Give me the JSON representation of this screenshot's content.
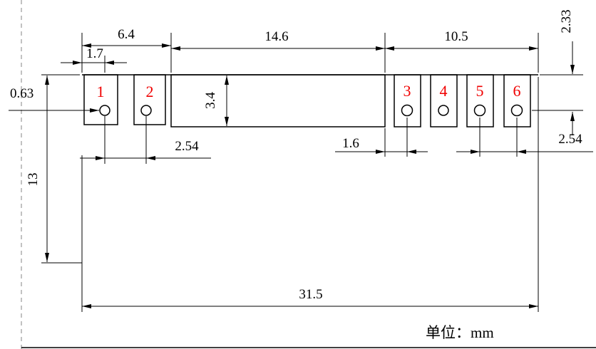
{
  "drawing": {
    "title": "component-footprint-dimension-drawing",
    "unit_label": "单位：mm",
    "pads": [
      "1",
      "2",
      "3",
      "4",
      "5",
      "6"
    ],
    "dims": {
      "left_section_width": "6.4",
      "middle_section_width": "14.6",
      "right_section_width": "10.5",
      "hole_row_top_offset": "2.33",
      "pad1_edge_offset": "1.7",
      "hole_diameter": "0.63",
      "middle_section_height": "3.4",
      "left_pad_pitch": "2.54",
      "right_edge_gap": "1.6",
      "right_pad_pitch": "2.54",
      "total_height": "13",
      "total_width": "31.5"
    },
    "colors": {
      "outline": "#000000",
      "dimension_lines": "#000000",
      "pad_number": "#f00000",
      "centerline_dashed": "#9a9a9a",
      "background": "#ffffff"
    }
  }
}
